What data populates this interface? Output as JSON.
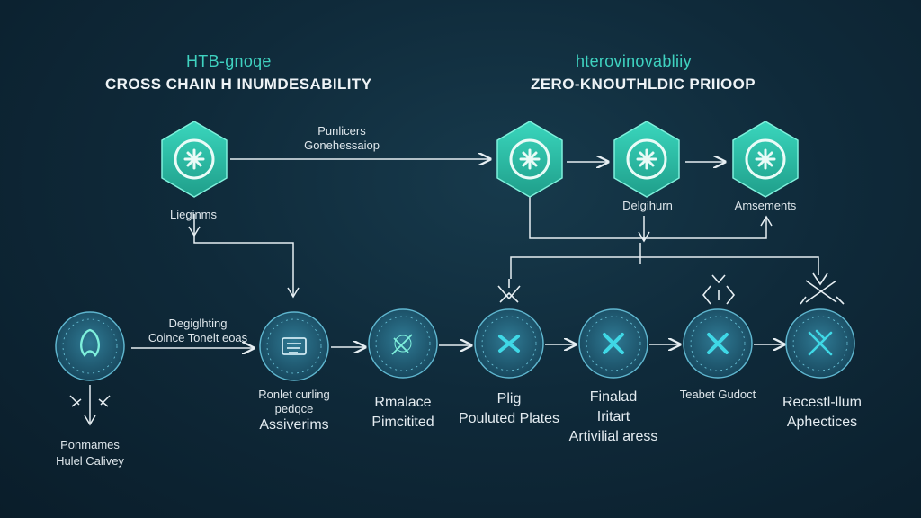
{
  "titles": {
    "left_sub": "HTB-gnoqe",
    "left_main": "CROSS CHAIN H INUMDESABILITY",
    "right_sub": "hterovinovabliiy",
    "right_main": "ZERO-KNOUTHLDIC PRIIOOP"
  },
  "top_row": {
    "arrow_label_1": "Punlicers",
    "arrow_label_2": "Gonehessaiop",
    "hex1_label": "Lieginms",
    "hex3_label": "Delgihurn",
    "hex4_label": "Amsements"
  },
  "bottom_row": {
    "node1_label_1": "Ponmames",
    "node1_label_2": "Hulel Calivey",
    "arrow_label_1": "Degiglhting",
    "arrow_label_2": "Coince Tonelt eoas",
    "node2_label_1": "Ronlet curling",
    "node2_label_2": "pedqce",
    "node2_label_3": "Assiverims",
    "node3_label_1": "Rmalace",
    "node3_label_2": "Pimcitited",
    "node4_label_1": "Plig",
    "node4_label_2": "Pouluted Plates",
    "node5_label_1": "Finalad",
    "node5_label_2": "Iritart",
    "node5_label_3": "Artivilial aress",
    "node6_label_1": "Teabet Gudoct",
    "node7_label_1": "Recestl-llum",
    "node7_label_2": "Aphectices"
  },
  "colors": {
    "teal": "#2fc3ab",
    "cyan": "#3fd2c0",
    "line": "#e6eef2",
    "node_fill": "#1f5a72"
  }
}
